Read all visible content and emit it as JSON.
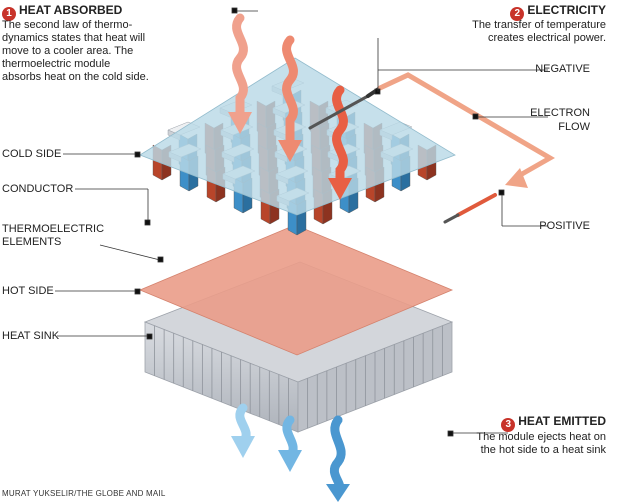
{
  "sections": [
    {
      "number": "1",
      "title": "HEAT ABSORBED",
      "lines": [
        "The second law of thermo-",
        "dynamics states that heat will",
        "move to a cooler area. The",
        "thermoelectric module",
        "absorbs heat on the cold side."
      ]
    },
    {
      "number": "2",
      "title": "ELECTRICITY",
      "lines": [
        "The transfer of temperature",
        "creates electrical power."
      ]
    },
    {
      "number": "3",
      "title": "HEAT EMITTED",
      "lines": [
        "The module ejects heat on",
        "the hot side to a heat sink"
      ]
    }
  ],
  "labels": {
    "cold_side": "COLD SIDE",
    "conductor": "CONDUCTOR",
    "thermoelectric_1": "THERMOELECTRIC",
    "thermoelectric_2": "ELEMENTS",
    "hot_side": "HOT SIDE",
    "heat_sink": "HEAT SINK",
    "negative": "NEGATIVE",
    "electron_1": "ELECTRON",
    "electron_2": "FLOW",
    "positive": "POSITIVE"
  },
  "credit": "MURAT YUKSELIR/THE GLOBE AND MAIL",
  "colors": {
    "cold_plate": "#b9d9e6",
    "hot_plate": "#ea9c88",
    "heat_sink": "#c9ccd2",
    "conductor": "#eef0f2",
    "n_element": "#b8452a",
    "p_element": "#3d8fc8",
    "heat_arrow": "#ec6f55",
    "cool_arrow": "#59a9de",
    "electron_flow": "#f0a487",
    "badge": "#c8332a"
  }
}
